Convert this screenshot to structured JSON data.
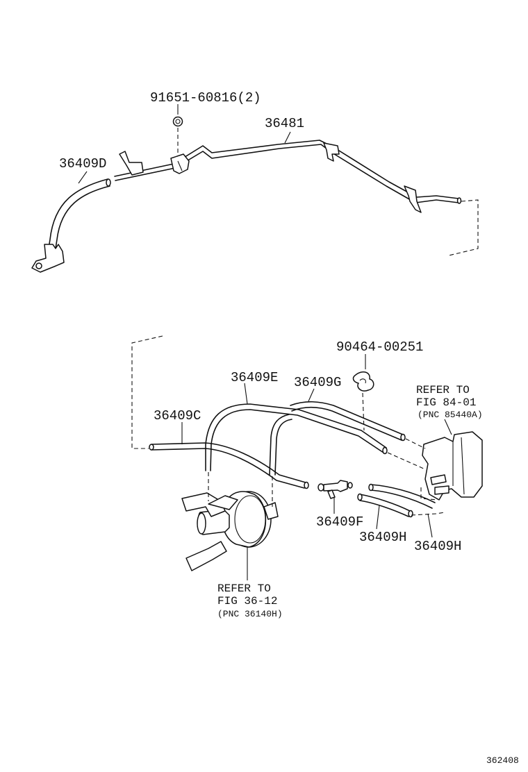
{
  "labels": {
    "bolt_top": "91651-60816(2)",
    "pipe_36481": "36481",
    "hose_36409D": "36409D",
    "clip_90464": "90464-00251",
    "hose_36409E": "36409E",
    "hose_36409G": "36409G",
    "hose_36409C": "36409C",
    "hose_36409F": "36409F",
    "hose_36409H_left": "36409H",
    "hose_36409H_right": "36409H"
  },
  "refer_vsv": {
    "line1": "REFER TO",
    "line2": "FIG 84-01",
    "line3": "(PNC 85440A)"
  },
  "refer_booster": {
    "line1": "REFER TO",
    "line2": "FIG 36-12",
    "line3": "(PNC 36140H)"
  },
  "figure_number": "362408"
}
